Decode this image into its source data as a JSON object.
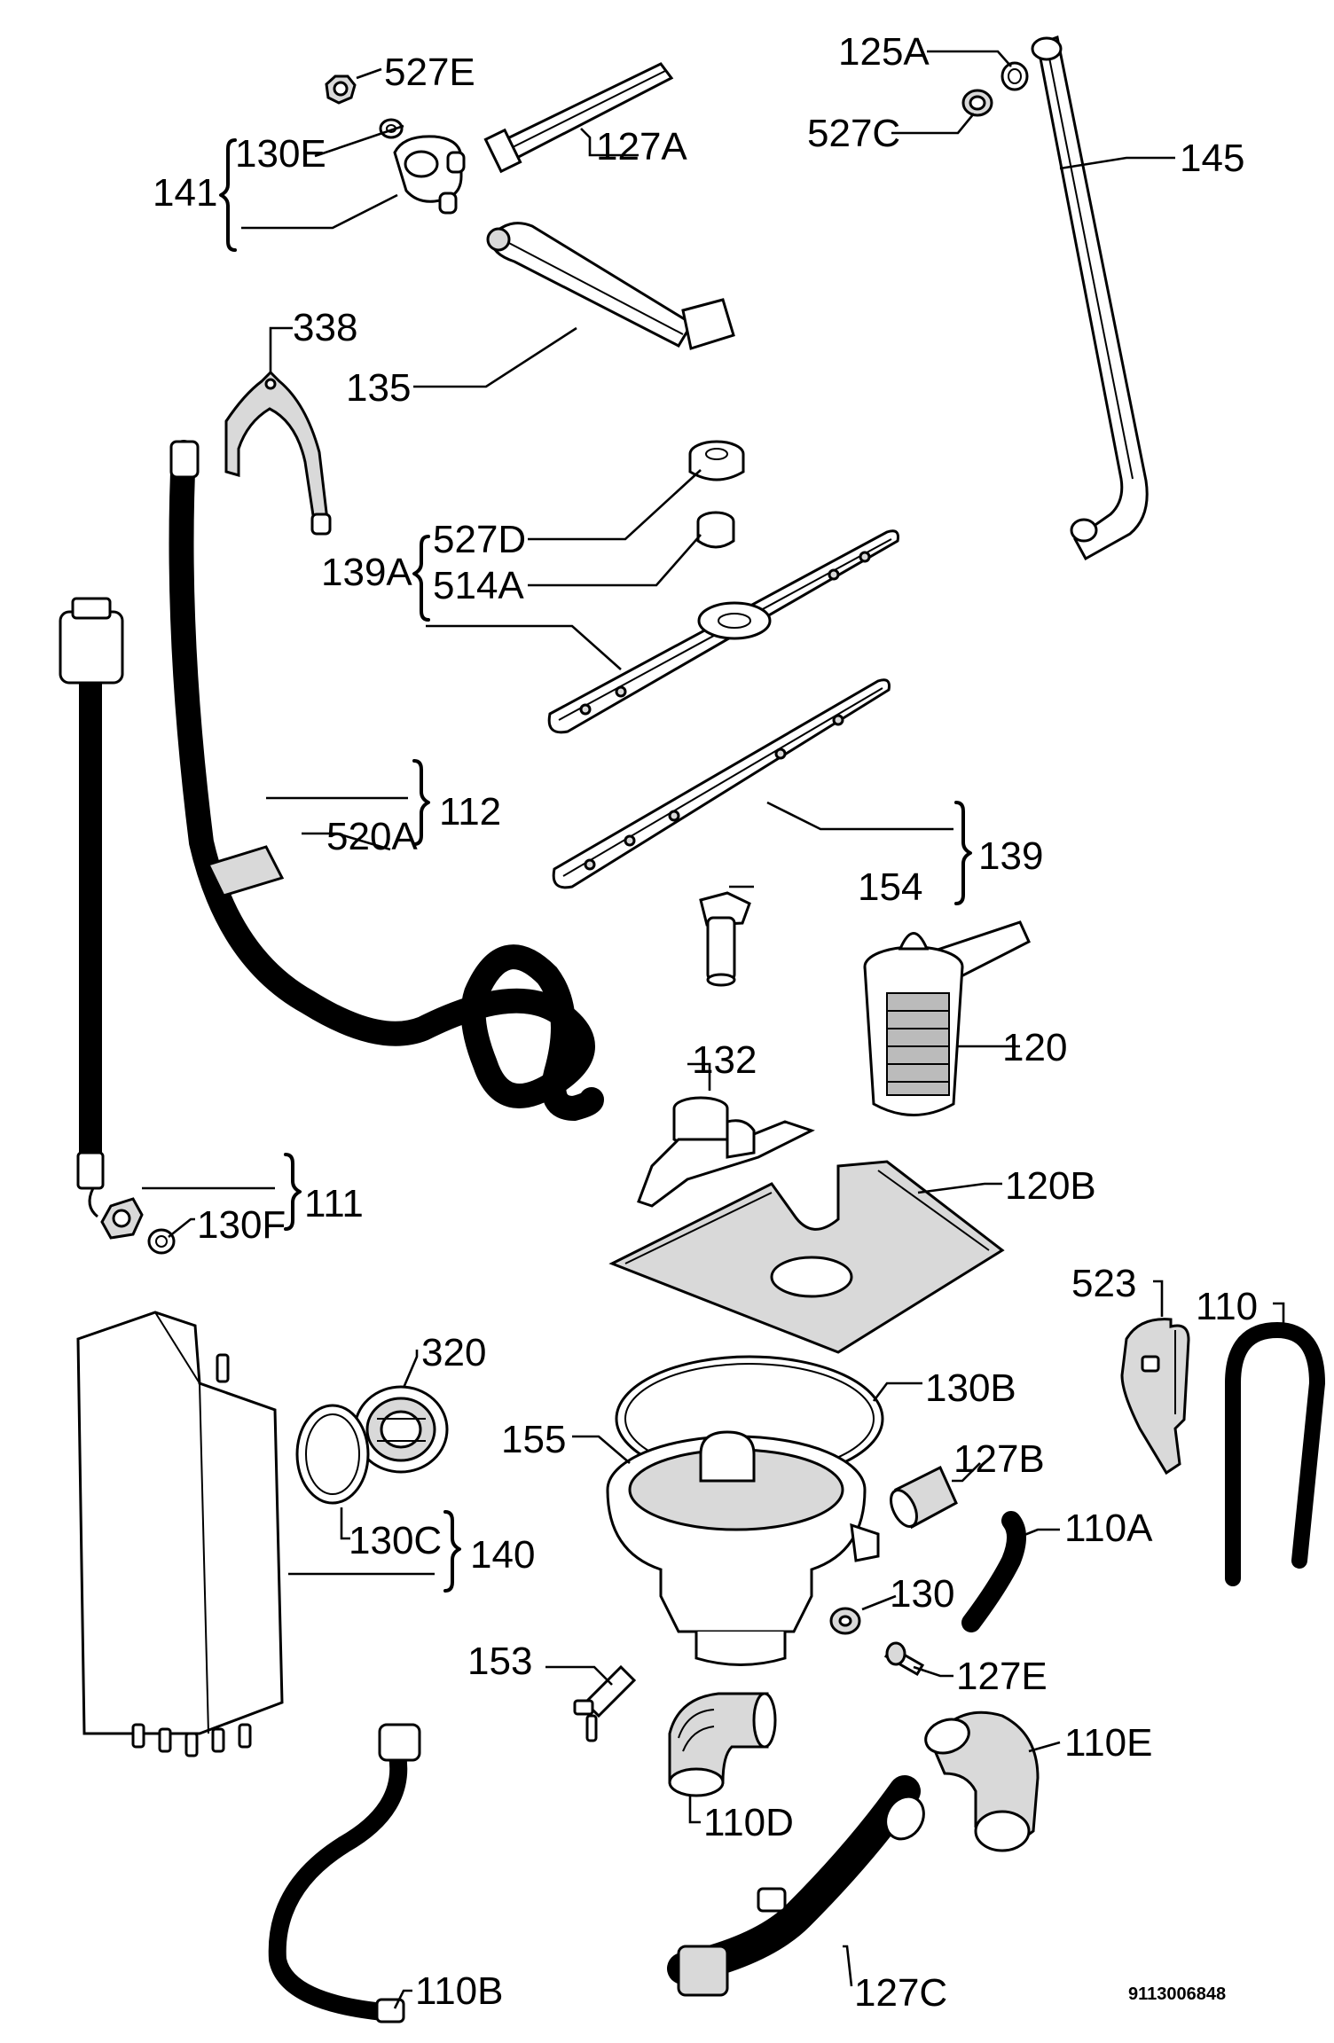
{
  "labels": {
    "l527E": "527E",
    "l130E": "130E",
    "l141": "141",
    "l127A": "127A",
    "l125A": "125A",
    "l527C": "527C",
    "l145": "145",
    "l338": "338",
    "l135": "135",
    "l527D": "527D",
    "l514A": "514A",
    "l139A": "139A",
    "l112": "112",
    "l520A": "520A",
    "l139": "139",
    "l154": "154",
    "l120": "120",
    "l132": "132",
    "l120B": "120B",
    "l111": "111",
    "l130F": "130F",
    "l523": "523",
    "l110": "110",
    "l320": "320",
    "l130B": "130B",
    "l155": "155",
    "l127B": "127B",
    "l130C": "130C",
    "l140": "140",
    "l110A": "110A",
    "l130": "130",
    "l153": "153",
    "l127E": "127E",
    "l110E": "110E",
    "l110D": "110D",
    "l110B": "110B",
    "l127C": "127C"
  },
  "diagram_code": "9113006848"
}
